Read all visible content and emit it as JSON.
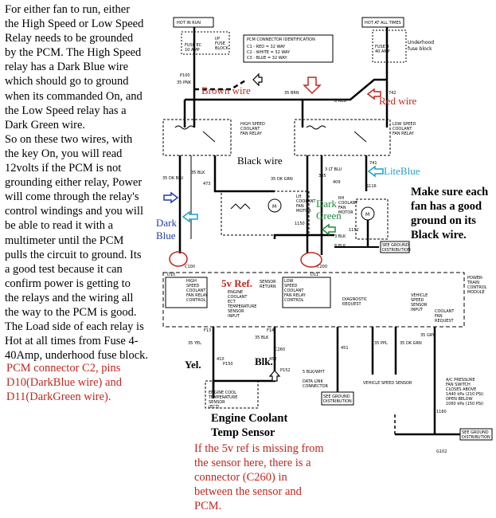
{
  "left_note": {
    "lines": [
      "For either fan to run, either",
      "the High Speed or Low Speed",
      "Relay needs to be grounded",
      "by the PCM. The High Speed",
      "relay has a Dark Blue wire",
      "which should go to ground",
      "when its commanded On, and",
      "the Low Speed relay has a",
      "Dark Green wire.",
      "So on these two wires, with",
      "the key On, you will read",
      "12volts if the PCM is not",
      "grounding either relay, Power",
      "will come through the relay's",
      "control windings and you will",
      "be able to read it with a",
      "multimeter until the PCM",
      "pulls the circuit to ground. Its",
      "a good test because it can",
      "confirm power is getting to",
      "the relays and the wiring all",
      "the way to the PCM is good.",
      "The Load side of each relay is",
      "Hot at all times from Fuse 4-",
      "40Amp, underhood fuse block."
    ]
  },
  "pcm_note": {
    "lines": [
      "PCM connector C2, pins",
      "D10(DarkBlue wire) and",
      "D11(DarkGreen wire)."
    ]
  },
  "ground_note": {
    "lines": [
      "Make sure each",
      "fan has a good",
      "ground on its",
      "Black wire."
    ]
  },
  "sensor_caption": {
    "lines": [
      "Engine Coolant",
      "Temp Sensor"
    ]
  },
  "bottom_note": {
    "lines": [
      "If the 5v ref is missing from",
      "the sensor here, there is a",
      "connector (C260) in",
      "between the sensor and",
      "PCM."
    ]
  },
  "annotations": {
    "brown_wire": "Brown wire",
    "red_wire": "Red wire",
    "black_wire": "Black wire",
    "lite_blue": "LiteBlue",
    "dark_green": [
      "Dark",
      "Green"
    ],
    "dark_blue": [
      "Dark",
      "Blue"
    ],
    "five_v_ref": "5v Ref.",
    "yel": "Yel.",
    "blk": "Blk."
  },
  "schematic": {
    "hot_in_run": "HOT IN RUN",
    "hot_at_all_times": "HOT AT ALL TIMES",
    "fuse_ec": [
      "FUSE EC",
      "10 AMP"
    ],
    "ip_fuse_block": [
      "I/P",
      "FUSE",
      "BLOCK"
    ],
    "fuse_4": [
      "FUSE 4",
      "40 AMP"
    ],
    "underhood_fuse_block": [
      "Underhood",
      "fuse block"
    ],
    "pcm_connector_title": "PCM CONNECTOR IDENTIFICATION",
    "pcm_connectors": [
      "C1 - RED      = 32 WAY",
      "C2 - WHITE  = 32 WAY",
      "C3 - BLUE    = 32 WAY"
    ],
    "high_relay": [
      "HIGH SPEED",
      "COOLANT",
      "FAN RELAY"
    ],
    "low_relay": [
      "LOW SPEED",
      "COOLANT",
      "FAN RELAY"
    ],
    "lh_fan": [
      "LH",
      "COOLANT",
      "FAN",
      "MOTOR"
    ],
    "rh_fan": [
      "RH",
      "COOLANT",
      "FAN",
      "MOTOR"
    ],
    "see_ground": [
      "SEE GROUND",
      "DISTRIBUTION"
    ],
    "hs_control": [
      "HIGH",
      "SPEED",
      "COOLANT",
      "FAN RELAY",
      "CONTROL"
    ],
    "ls_control": [
      "LOW",
      "SPEED",
      "COOLANT",
      "FAN RELAY",
      "CONTROL"
    ],
    "ect_input": [
      "ENGINE",
      "COOLANT",
      "ECT",
      "TEMPERATURE",
      "SENSOR",
      "INPUT"
    ],
    "sensor_return": [
      "SENSOR",
      "RETURN"
    ],
    "diag_request": [
      "DIAGNOSTIC",
      "REQUEST"
    ],
    "vehicle_speed": [
      "VEHICLE",
      "SPEED",
      "SENSOR",
      "INPUT"
    ],
    "coolant_fan": [
      "COOLANT",
      "FAN",
      "REQUEST"
    ],
    "pcm_block": [
      "POWER-",
      "TRAIN",
      "CONTROL",
      "MODULE"
    ],
    "ect_sensor": [
      "ENGINE COOL",
      "TEMPERATURE",
      "SENSOR",
      "(ECT)"
    ],
    "data_link": [
      "DATA LINK",
      "CONNECTOR"
    ],
    "vss_label": "VEHICLE SPEED SENSOR",
    "ac_switch": [
      "A/C PRESSURE",
      "FAN SWITCH",
      "CLOSES ABOVE",
      "1440 kPa (210 PSI)",
      "OPEN BELOW",
      "1060 kPa (150 PSI)"
    ],
    "wires": {
      "pk": "35 PNK",
      "brn_top": "35 BRN",
      "red_top": "8 RED",
      "blk_left": "35 BLK",
      "dkblu": "35 DK BLU",
      "dkgrn": "35 DK GRN",
      "ltblu": "3 LT BLU",
      "blk_mid": "3 BLK",
      "blk_bot": "8 BLK",
      "yel": "35 YEL",
      "blk_sensor": "35 BLK",
      "blkwht": "5 BLK/WHT",
      "ppl": "35 PPL",
      "dkgrn2": "35 DK GRN",
      "gry": "35 GRY"
    },
    "pins": {
      "p100": "P100",
      "s116": "S116",
      "c100": "C100",
      "c200": "C200",
      "c260": "C260",
      "f13": "F13",
      "f14": "F14",
      "d10": "D10",
      "d11": "D11",
      "p150": "P150",
      "p152": "P152",
      "g102": "G102"
    },
    "numbers": [
      "410",
      "452",
      "451",
      "335",
      "473",
      "742",
      "741",
      "409",
      "1150",
      "1152",
      "1160"
    ]
  }
}
